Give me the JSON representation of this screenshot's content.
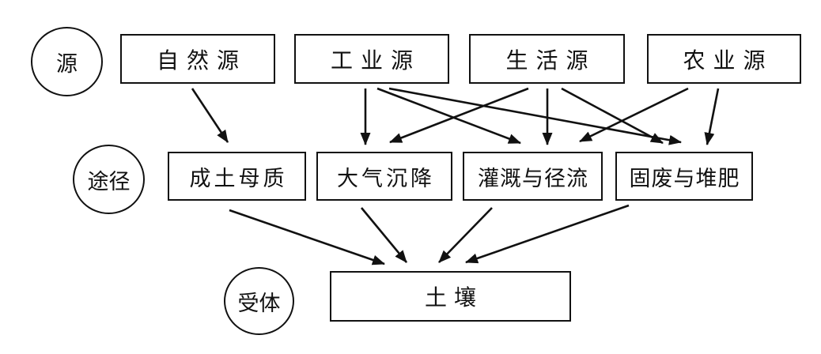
{
  "colors": {
    "ink": "#111111",
    "background": "#ffffff"
  },
  "diagram": {
    "title_hint": "Soil pollution source-pathway-receptor flow diagram",
    "stages": [
      {
        "id": "sources",
        "label": "源"
      },
      {
        "id": "pathways",
        "label": "途径"
      },
      {
        "id": "receptor",
        "label": "受体"
      }
    ],
    "sources": [
      {
        "id": "natural",
        "label": "自然源"
      },
      {
        "id": "industrial",
        "label": "工业源"
      },
      {
        "id": "domestic",
        "label": "生活源"
      },
      {
        "id": "agricultural",
        "label": "农业源"
      }
    ],
    "pathways": [
      {
        "id": "soil-parent-material",
        "label": "成土母质"
      },
      {
        "id": "atmospheric-deposition",
        "label": "大气沉降"
      },
      {
        "id": "irrigation-and-runoff",
        "label": "灌溉与径流"
      },
      {
        "id": "solid-waste-and-compost",
        "label": "固废与堆肥"
      }
    ],
    "receptor": {
      "id": "soil",
      "label": "土壤"
    },
    "edges": [
      {
        "from": "自然源",
        "to": "成土母质"
      },
      {
        "from": "工业源",
        "to": "大气沉降"
      },
      {
        "from": "工业源",
        "to": "灌溉与径流"
      },
      {
        "from": "工业源",
        "to": "固废与堆肥"
      },
      {
        "from": "生活源",
        "to": "大气沉降"
      },
      {
        "from": "生活源",
        "to": "灌溉与径流"
      },
      {
        "from": "生活源",
        "to": "固废与堆肥"
      },
      {
        "from": "农业源",
        "to": "灌溉与径流"
      },
      {
        "from": "农业源",
        "to": "固废与堆肥"
      },
      {
        "from": "成土母质",
        "to": "土壤"
      },
      {
        "from": "大气沉降",
        "to": "土壤"
      },
      {
        "from": "灌溉与径流",
        "to": "土壤"
      },
      {
        "from": "固废与堆肥",
        "to": "土壤"
      }
    ]
  }
}
